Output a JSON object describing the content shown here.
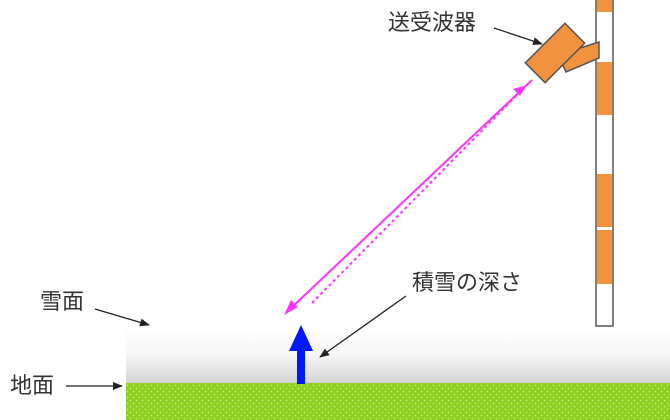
{
  "labels": {
    "sensor": "送受波器",
    "snow_depth": "積雪の深さ",
    "snow_surface": "雪面",
    "ground": "地面"
  },
  "colors": {
    "sensor": "#f0923e",
    "pole_band": "#f0923e",
    "pole_outline": "#555555",
    "beam": "#ff33ff",
    "depth_arrow": "#0018ff",
    "ground": "#8ccf1f",
    "snow_top": "#f2f2f2",
    "snow_bottom": "#ffffff",
    "leader": "#333333"
  }
}
